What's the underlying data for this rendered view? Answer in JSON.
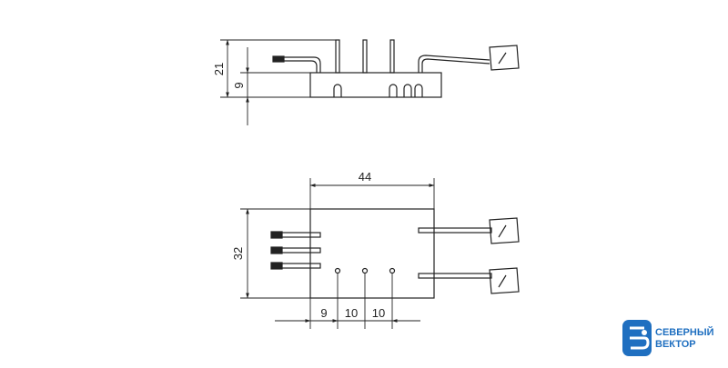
{
  "side_view": {
    "dims": {
      "total_height": "21",
      "body_height": "9"
    }
  },
  "top_view": {
    "dims": {
      "width": "44",
      "height": "32",
      "pitch_1": "9",
      "pitch_2": "10",
      "pitch_3": "10"
    }
  },
  "logo": {
    "line1": "СЕВЕРНЫЙ",
    "line2": "ВЕКТОР",
    "color": "#1f6fc0"
  }
}
